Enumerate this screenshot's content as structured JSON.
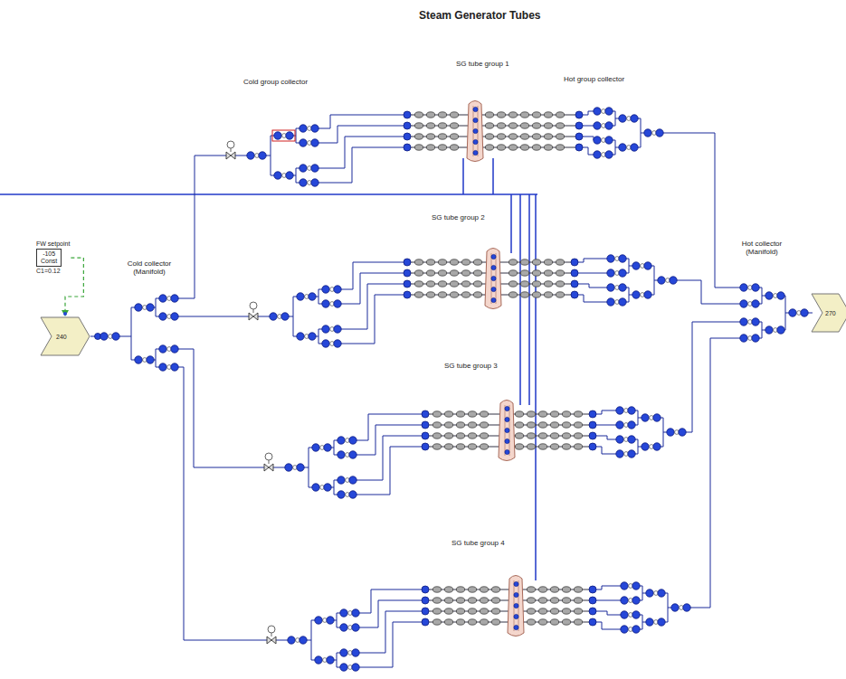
{
  "diagram": {
    "title": "Steam Generator Tubes",
    "nodes": [
      {
        "text": [
          "FW setpoint",
          "-105",
          "Const",
          "C1=0.12"
        ]
      },
      {
        "text": [
          "240"
        ]
      },
      {
        "text": [
          "270"
        ]
      }
    ],
    "edges": [
      {
        "from": 0,
        "to": 1,
        "arrow": "to"
      }
    ],
    "labels": [
      "Cold group collector",
      "SG tube group 1",
      "Hot group collector",
      "SG tube group 2",
      "SG tube group 3",
      "SG tube group 4",
      "Hot collector (Manifold)",
      "Cold collector (Manifold)"
    ]
  }
}
